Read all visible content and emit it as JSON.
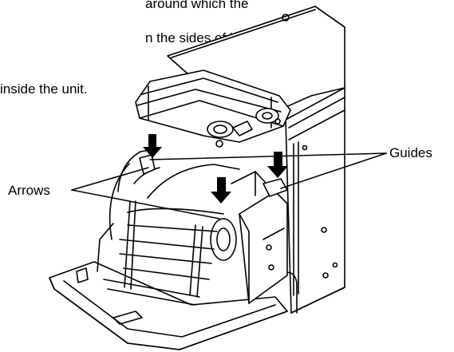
{
  "instruction_lines": [
    "around which the",
    "n the sides of ink",
    "inside the unit."
  ],
  "labels": {
    "guides": "Guides",
    "arrows": "Arrows"
  },
  "colors": {
    "line": "#000000",
    "paper": "#ffffff",
    "shade": "#e6e6e6"
  }
}
